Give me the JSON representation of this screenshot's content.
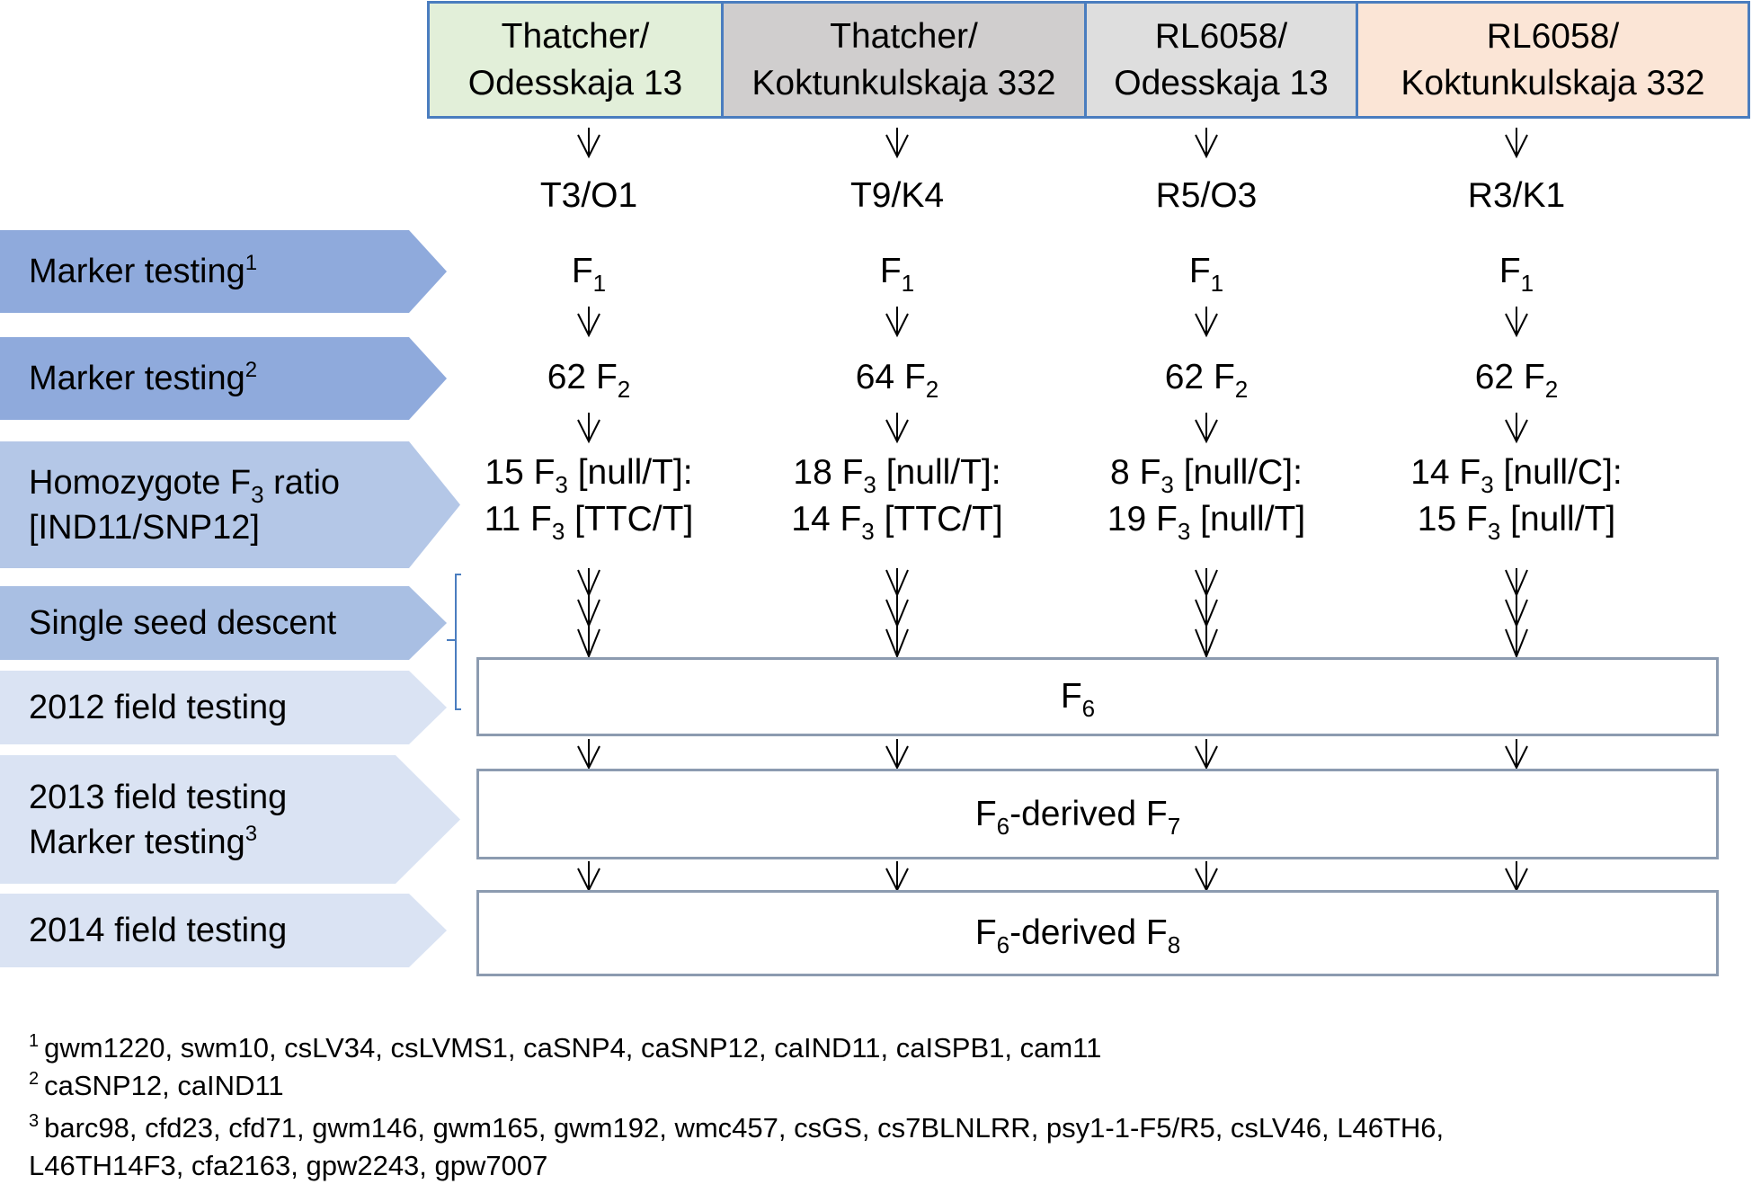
{
  "header": {
    "crosses": [
      {
        "line1": "Thatcher/",
        "line2": "Odesskaja 13",
        "color": "#e2efd9"
      },
      {
        "line1": "Thatcher/",
        "line2": "Koktunkulskaja 332",
        "color": "#d0cece"
      },
      {
        "line1": "RL6058/",
        "line2": "Odesskaja 13",
        "color": "#dedede"
      },
      {
        "line1": "RL6058/",
        "line2": "Koktunkulskaja 332",
        "color": "#fbe5d6"
      }
    ],
    "border_color": "#4a7dbf"
  },
  "stages": [
    {
      "label": "Marker testing",
      "sup": "1",
      "color": "#8faadc"
    },
    {
      "label": "Marker testing",
      "sup": "2",
      "color": "#8faadc"
    },
    {
      "line1_pre": "Homozygote F",
      "line1_sub": "3",
      "line1_post": " ratio",
      "line2": "[IND11/SNP12]",
      "color": "#b4c7e7"
    },
    {
      "label": "Single seed descent",
      "color": "#a9bfe3"
    },
    {
      "label": "2012 field testing",
      "color": "#dae3f3"
    },
    {
      "line1": "2013 field testing",
      "line2": "Marker testing",
      "sup": "3",
      "color": "#dae3f3"
    },
    {
      "label": "2014 field testing",
      "color": "#dae3f3"
    }
  ],
  "columns": [
    {
      "id": "T3/O1",
      "f1": "F",
      "f1_sub": "1",
      "f2_count": "62 F",
      "f2_sub": "2",
      "f3a_count": "15 F",
      "f3a_sub": "3",
      "f3a_geno": " [null/T]:",
      "f3b_count": "11 F",
      "f3b_sub": "3",
      "f3b_geno": " [TTC/T]"
    },
    {
      "id": "T9/K4",
      "f1": "F",
      "f1_sub": "1",
      "f2_count": "64 F",
      "f2_sub": "2",
      "f3a_count": "18 F",
      "f3a_sub": "3",
      "f3a_geno": " [null/T]:",
      "f3b_count": "14 F",
      "f3b_sub": "3",
      "f3b_geno": " [TTC/T]"
    },
    {
      "id": "R5/O3",
      "f1": "F",
      "f1_sub": "1",
      "f2_count": "62 F",
      "f2_sub": "2",
      "f3a_count": "8 F",
      "f3a_sub": "3",
      "f3a_geno": " [null/C]:",
      "f3b_count": "19 F",
      "f3b_sub": "3",
      "f3b_geno": " [null/T]"
    },
    {
      "id": "R3/K1",
      "f1": "F",
      "f1_sub": "1",
      "f2_count": "62 F",
      "f2_sub": "2",
      "f3a_count": "14 F",
      "f3a_sub": "3",
      "f3a_geno": " [null/C]:",
      "f3b_count": "15 F",
      "f3b_sub": "3",
      "f3b_geno": " [null/T]"
    }
  ],
  "boxes": {
    "f6": {
      "pre": "F",
      "sub": "6",
      "post": ""
    },
    "f7": {
      "pre": "F",
      "sub": "6",
      "post": "-derived F",
      "sub2": "7"
    },
    "f8": {
      "pre": "F",
      "sub": "6",
      "post": "-derived F",
      "sub2": "8"
    }
  },
  "footnotes": [
    {
      "mark": "1",
      "text": "gwm1220, swm10, csLV34, csLVMS1, caSNP4, caSNP12, caIND11, caISPB1, cam11"
    },
    {
      "mark": "2",
      "text": "caSNP12, caIND11"
    },
    {
      "mark": "3",
      "text": "barc98, cfd23, cfd71, gwm146, gwm165, gwm192, wmc457, csGS, cs7BLNLRR, psy1-1-F5/R5, csLV46, L46TH6,"
    },
    {
      "mark": "",
      "text": "L46TH14F3, cfa2163, gpw2243, gpw7007"
    }
  ]
}
